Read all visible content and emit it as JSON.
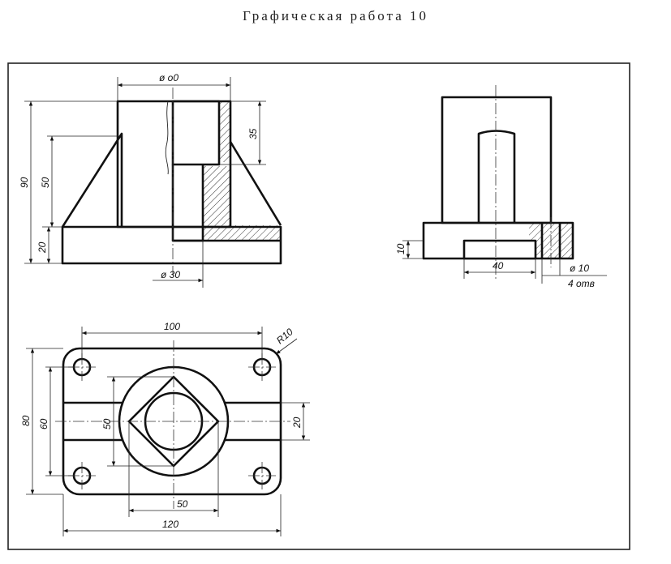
{
  "title": "Графическая работа 10",
  "front_view": {
    "dia_top": "ø o0",
    "dim_35": "35",
    "dim_90": "90",
    "dim_50": "50",
    "dim_20": "20",
    "dia_30": "ø 30"
  },
  "side_view": {
    "dim_10": "10",
    "dim_40": "40",
    "dia_10": "ø 10",
    "holes": "4 отв"
  },
  "top_view": {
    "dim_100": "100",
    "radius": "R10",
    "dim_80": "80",
    "dim_60": "60",
    "dim_50_vert": "50",
    "dim_20": "20",
    "dim_50_horiz": "50",
    "dim_120": "120"
  },
  "colors": {
    "ink": "#111111",
    "paper": "#ffffff"
  }
}
